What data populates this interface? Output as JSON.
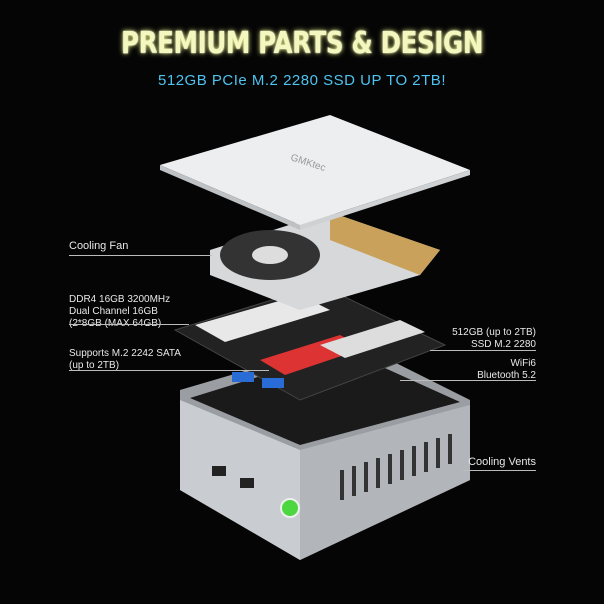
{
  "header": {
    "title": "PREMIUM PARTS & DESIGN",
    "subtitle": "512GB PCIe M.2 2280 SSD UP TO 2TB!"
  },
  "callouts": {
    "cooling_fan": "Cooling Fan",
    "ram": [
      "DDR4 16GB 3200MHz",
      "Dual Channel 16GB",
      "(2*8GB (MAX 64GB)"
    ],
    "sata": [
      "Supports M.2 2242 SATA",
      "(up to 2TB)"
    ],
    "ssd": [
      "512GB (up to 2TB)",
      "SSD M.2 2280"
    ],
    "wifi": [
      "WiFi6",
      "Bluetooth 5.2"
    ],
    "vents": "Cooling Vents"
  },
  "product": {
    "lid_brand": "GMKtec"
  },
  "colors": {
    "title": "#f4f7c0",
    "subtitle": "#4fc3f0",
    "power_led": "#4cd640"
  }
}
